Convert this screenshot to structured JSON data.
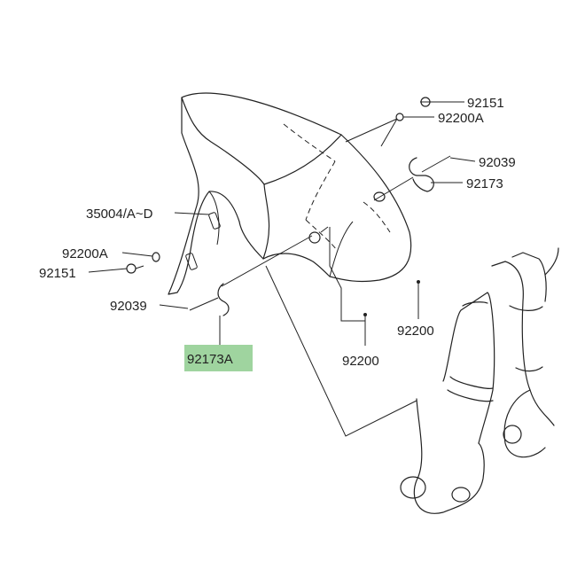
{
  "labels": {
    "p92151_top": "92151",
    "p92200A_top": "92200A",
    "p92039_right": "92039",
    "p92173_right": "92173",
    "p35004": "35004/A~D",
    "p92200A_left": "92200A",
    "p92151_left": "92151",
    "p92039_left": "92039",
    "p92173A": "92173A",
    "p92200_right": "92200",
    "p92200_bottom": "92200"
  },
  "colors": {
    "highlight": "#9fd49f",
    "line": "#222222"
  },
  "highlighted_part": "92173A"
}
